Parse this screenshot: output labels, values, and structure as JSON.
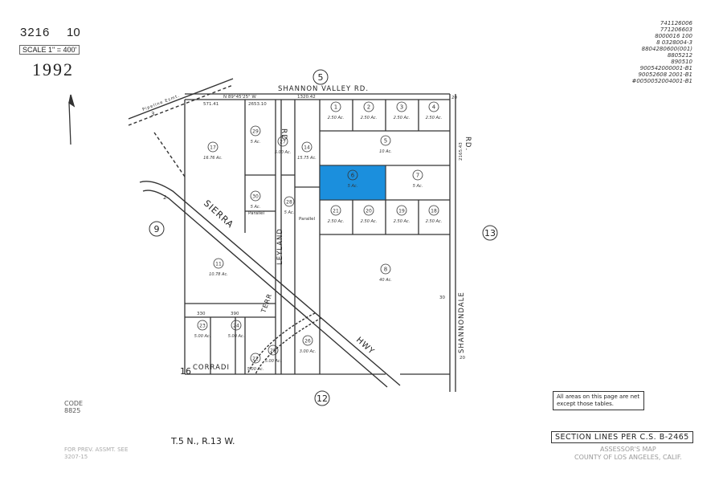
{
  "header": {
    "book": "3216",
    "page": "10",
    "scale": "SCALE 1\" = 400'",
    "year": "1992",
    "revision_codes": [
      "741126006",
      "771206603",
      "8000016 100",
      "8 0328004-3",
      "8804280600(001)",
      "8805212",
      "890510",
      "900542000001-B1",
      "90052608 2001-B1",
      "#0050052004001-B1"
    ]
  },
  "roads": {
    "north": "SHANNON VALLEY RD.",
    "east_upper": "RD.",
    "east_lower": "SHANNONDALE",
    "west": "LEYLAND",
    "west_top": "RD",
    "highway_a": "SIERRA",
    "highway_b": "HWY",
    "terr": "TERR",
    "corradi": "CORRADI",
    "pipeline": "Pipeline Esmt."
  },
  "sections": {
    "north": "5",
    "west": "9",
    "east": "13",
    "south": "12",
    "southwest_corner": "16"
  },
  "parcels": [
    {
      "num": "1",
      "area": "2.50 Ac."
    },
    {
      "num": "2",
      "area": "2.50 Ac."
    },
    {
      "num": "3",
      "area": "2.50 Ac."
    },
    {
      "num": "4",
      "area": "2.50 Ac."
    },
    {
      "num": "5",
      "area": "10 Ac."
    },
    {
      "num": "6",
      "area": "5 Ac."
    },
    {
      "num": "7",
      "area": "5 Ac."
    },
    {
      "num": "8",
      "area": "40 Ac."
    },
    {
      "num": "11",
      "area": "10.78 Ac."
    },
    {
      "num": "14",
      "area": "15.75 Ac."
    },
    {
      "num": "17",
      "area": "16.76 Ac."
    },
    {
      "num": "18",
      "area": "2.50 Ac."
    },
    {
      "num": "19",
      "area": "2.50 Ac."
    },
    {
      "num": "20",
      "area": "2.50 Ac."
    },
    {
      "num": "21",
      "area": "2.50 Ac."
    },
    {
      "num": "22",
      "area": "5.00 Ac."
    },
    {
      "num": "23",
      "area": "5.00 Ac."
    },
    {
      "num": "24",
      "area": "5.00 Ac."
    },
    {
      "num": "25",
      "area": "5.00 Ac."
    },
    {
      "num": "26",
      "area": "3.00 Ac."
    },
    {
      "num": "27",
      "area": "5.00 Ac."
    },
    {
      "num": "28",
      "area": "5 Ac."
    },
    {
      "num": "29",
      "area": "5 Ac."
    },
    {
      "num": "30",
      "area": "5 Ac."
    }
  ],
  "highlighted_parcel": "6",
  "highlight_color": "#1b8fdd",
  "dims": {
    "bearing_n": "N 89°45'25\" W",
    "d571": "571.41",
    "d2653": "2653.10",
    "d1320": "1320.42",
    "d20": "20",
    "d30": "30",
    "d330": "330",
    "d390": "390",
    "d2165": "2165.43",
    "parallel": "Parallel",
    "d2": "2",
    "d3": "3"
  },
  "code_left": "CODE\n8825",
  "township": "T.5 N., R.13 W.",
  "footnote": "FOR PREV. ASSMT. SEE\n3207-15",
  "note_box": "All areas on this page are net except those tables.",
  "section_lines": "SECTION LINES PER C.S. B-2465",
  "assessor": "ASSESSOR'S MAP\nCOUNTY OF LOS ANGELES, CALIF.",
  "icons": {
    "north_arrow": "north-arrow-icon"
  }
}
